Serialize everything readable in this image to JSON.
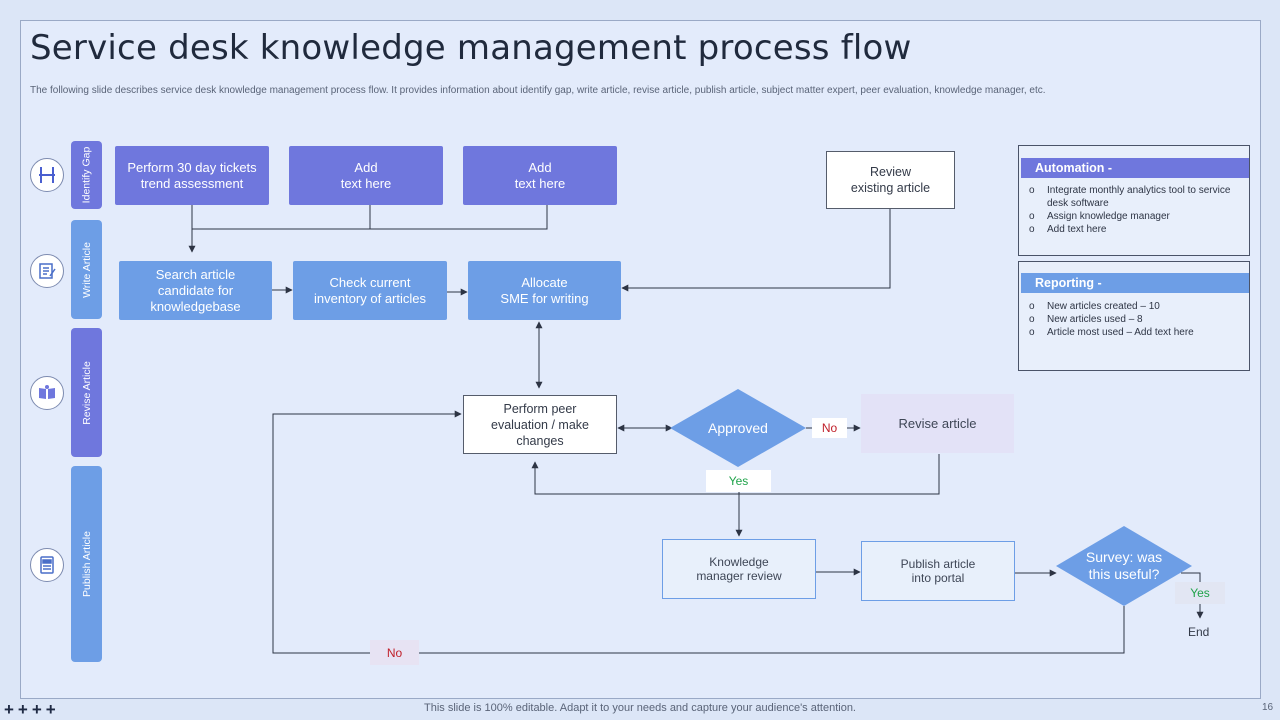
{
  "title": "Service desk knowledge management process flow",
  "subtitle": "The following slide describes service desk knowledge management process flow. It provides information about identify gap,  write article, revise article, publish article, subject matter expert, peer evaluation, knowledge manager, etc.",
  "lanes": [
    {
      "label": "Identify Gap",
      "icon": "hourglass-icon"
    },
    {
      "label": "Write Article",
      "icon": "document-pen-icon"
    },
    {
      "label": "Revise Article",
      "icon": "book-icon"
    },
    {
      "label": "Publish Article",
      "icon": "article-page-icon"
    }
  ],
  "boxes": {
    "trend": "Perform  30 day tickets\ntrend assessment",
    "add1": "Add\ntext here",
    "add2": "Add\ntext here",
    "review_existing": "Review\nexisting article",
    "search": "Search article\ncandidate for\nknowledgebase",
    "check": "Check current\ninventory  of articles",
    "allocate": "Allocate\nSME for writing",
    "peer": "Perform peer\nevaluation  / make\nchanges",
    "revise": "Revise article",
    "km_review": "Knowledge\nmanager review",
    "publish": "Publish article\ninto portal"
  },
  "diamonds": {
    "approved": "Approved",
    "survey": "Survey: was\nthis useful?"
  },
  "tags": {
    "no_approved": "No",
    "yes_approved": "Yes",
    "yes_survey": "Yes",
    "no_survey": "No",
    "end": "End"
  },
  "panels": [
    {
      "heading": "Automation -",
      "items": [
        "Integrate monthly analytics tool to service desk software",
        "Assign knowledge manager",
        "Add text here"
      ]
    },
    {
      "heading": "Reporting -",
      "items": [
        "New articles created – 10",
        "New articles used – 8",
        "Article most used – Add text here"
      ]
    }
  ],
  "footer": "This slide is 100% editable. Adapt it to your needs and capture your audience's attention.",
  "page_number": "16",
  "corner_marks": "++++",
  "colors": {
    "primary": "#6f77dd",
    "secondary": "#6d9ee6",
    "background": "#e3ebfb",
    "no": "#c0202a",
    "yes": "#1fa34a"
  }
}
